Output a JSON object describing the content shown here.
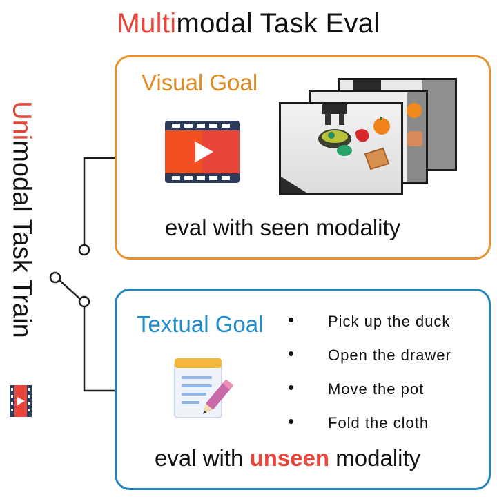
{
  "title": {
    "highlight": "Multi",
    "rest": "modal Task Eval"
  },
  "side_title": {
    "highlight": "Uni",
    "rest": "modal Task Train"
  },
  "visual_panel": {
    "label": "Visual Goal",
    "eval_text": "eval with seen modality"
  },
  "textual_panel": {
    "label": "Textual Goal",
    "tasks": [
      "Pick up the duck",
      "Open the drawer",
      "Move the pot",
      "Fold the cloth"
    ],
    "eval_prefix": "eval with ",
    "eval_highlight": "unseen",
    "eval_suffix": " modality"
  },
  "icons": {
    "video": "video-film-icon",
    "notepad": "notepad-pencil-icon",
    "small_video": "small-video-film-icon"
  },
  "colors": {
    "highlight": "#e8463b",
    "visual_border": "#e8912c",
    "visual_label": "#e08a22",
    "textual_border": "#2385c0",
    "textual_label": "#1f8ccc"
  }
}
